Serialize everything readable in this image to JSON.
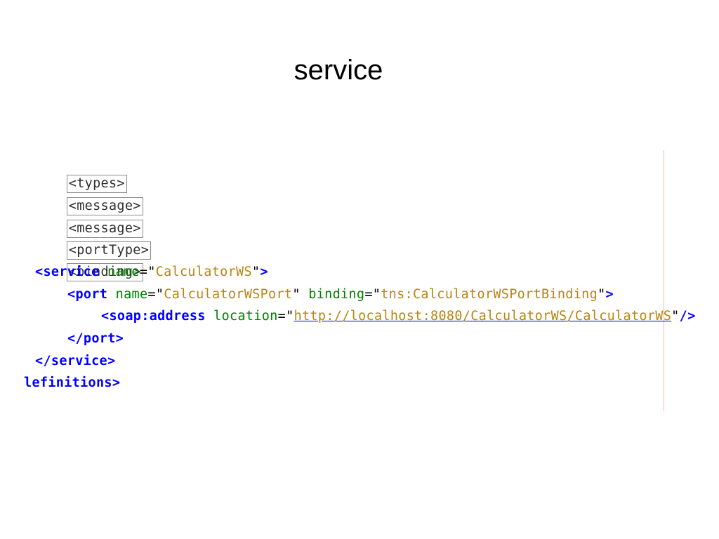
{
  "slide": {
    "title": "service"
  },
  "editor": {
    "folded": [
      "<types>",
      "<message>",
      "<message>",
      "<portType>",
      "<binding>"
    ],
    "service_open": {
      "tag": "<service",
      "attr": "name",
      "eq": "=",
      "q1": "\"",
      "value": "CalculatorWS",
      "q2": "\"",
      "close": ">"
    },
    "port_open": {
      "tag": "<port",
      "attr1": "name",
      "eq": "=",
      "q": "\"",
      "value1": "CalculatorWSPort",
      "attr2": "binding",
      "value2": "tns:CalculatorWSPortBinding",
      "close": ">"
    },
    "soap_address": {
      "tag": "<soap:address",
      "attr": "location",
      "eq": "=",
      "q": "\"",
      "url": "http://localhost:8080/CalculatorWS/CalculatorWS",
      "close": "/>"
    },
    "port_close": "</port>",
    "service_close": "</service>",
    "definitions_close": "lefinitions>"
  },
  "colors": {
    "tag": "#0000ff",
    "attr": "#008000",
    "value": "#b8860b",
    "margin_line": "#f4b8b8"
  }
}
